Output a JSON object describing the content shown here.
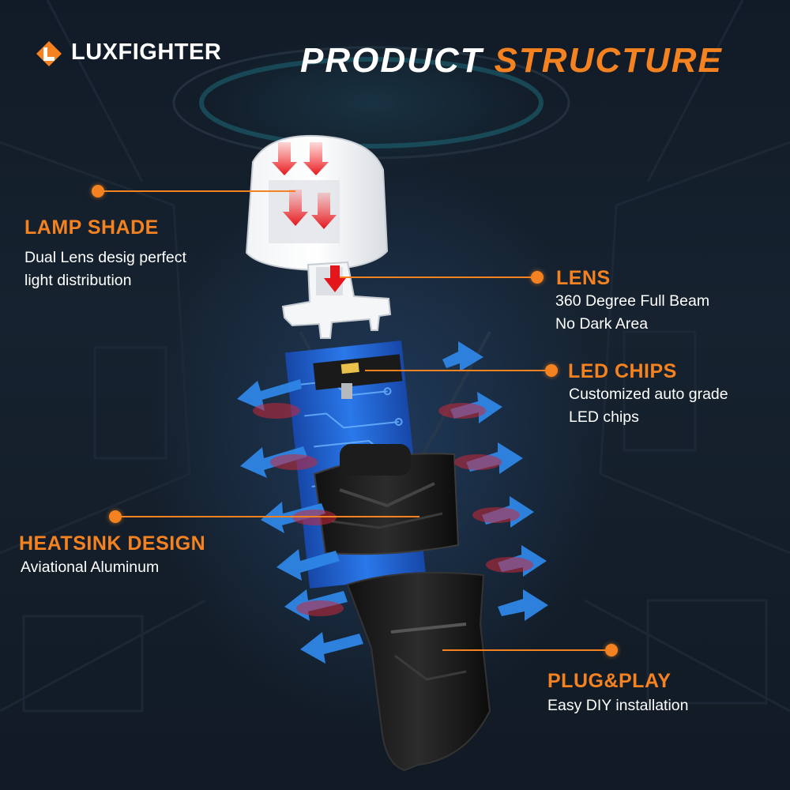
{
  "brand": {
    "name": "LUXFIGHTER",
    "logo_icon": "luxfighter-logo-icon"
  },
  "title": {
    "part1": "PRODUCT",
    "part2": "STRUCTURE"
  },
  "colors": {
    "accent": "#f58220",
    "text": "#ffffff",
    "pcb": "#1f62d6",
    "background": "#111b27"
  },
  "features": {
    "lamp_shade": {
      "label": "LAMP SHADE",
      "lines": [
        "Dual Lens desig perfect",
        "light distribution"
      ]
    },
    "lens": {
      "label": "LENS",
      "lines": [
        "360 Degree Full Beam",
        "No Dark Area"
      ]
    },
    "led_chips": {
      "label": "LED CHIPS",
      "lines": [
        "Customized auto grade",
        "LED chips"
      ]
    },
    "heatsink": {
      "label": "HEATSINK DESIGN",
      "lines": [
        "Aviational Aluminum"
      ]
    },
    "plug_play": {
      "label": "PLUG&PLAY",
      "lines": [
        "Easy DIY installation"
      ]
    }
  }
}
